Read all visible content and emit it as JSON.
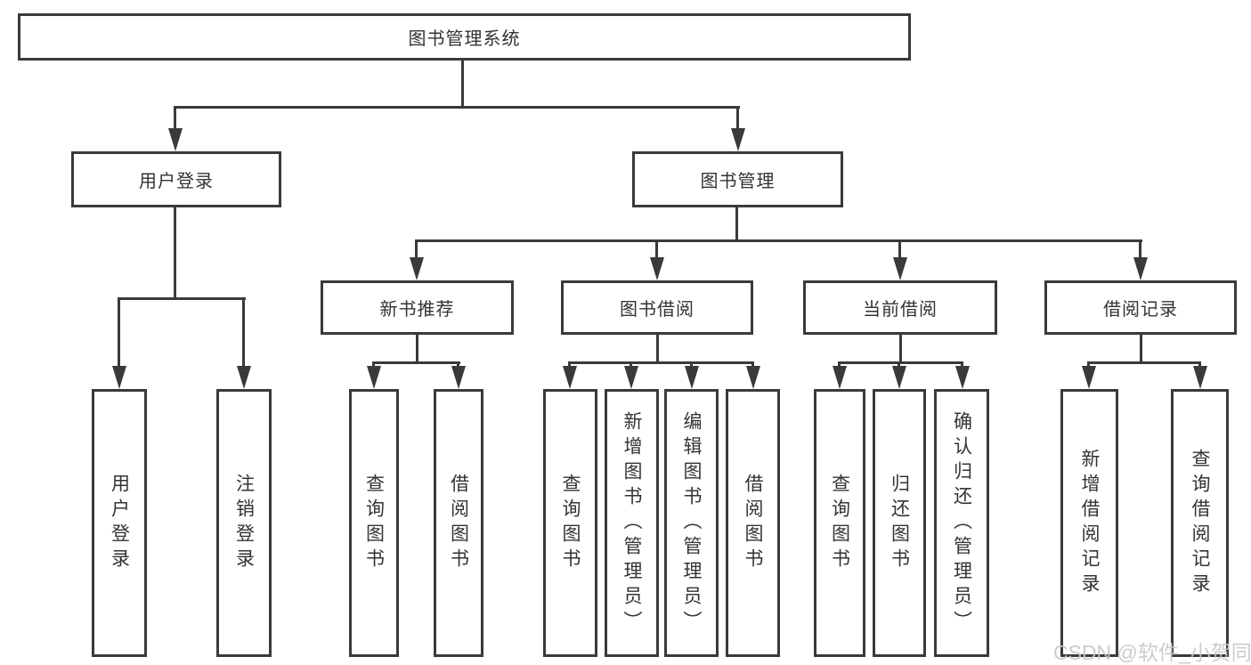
{
  "title": "图书管理系统",
  "watermark": "CSDN @软件_小贺同学",
  "colors": {
    "line": "#3a3a3a",
    "text": "#333333",
    "background": "#ffffff",
    "watermark": "#c8c8c8"
  },
  "chart_data": {
    "type": "table",
    "note": "hierarchy tree of 图书管理系统 functional decomposition"
  },
  "tree": {
    "root": "图书管理系统",
    "level2": [
      {
        "label": "用户登录"
      },
      {
        "label": "图书管理"
      }
    ],
    "level3": [
      {
        "label": "新书推荐"
      },
      {
        "label": "图书借阅"
      },
      {
        "label": "当前借阅"
      },
      {
        "label": "借阅记录"
      }
    ],
    "leaves": {
      "user_login": [
        "用户登录",
        "注销登录"
      ],
      "new_book": [
        "查询图书",
        "借阅图书"
      ],
      "book_borrow": [
        "查询图书",
        "新增图书（管理员）",
        "编辑图书（管理员）",
        "借阅图书"
      ],
      "current_borrow": [
        "查询图书",
        "归还图书",
        "确认归还（管理员）"
      ],
      "borrow_records": [
        "新增借阅记录",
        "查询借阅记录"
      ]
    }
  }
}
